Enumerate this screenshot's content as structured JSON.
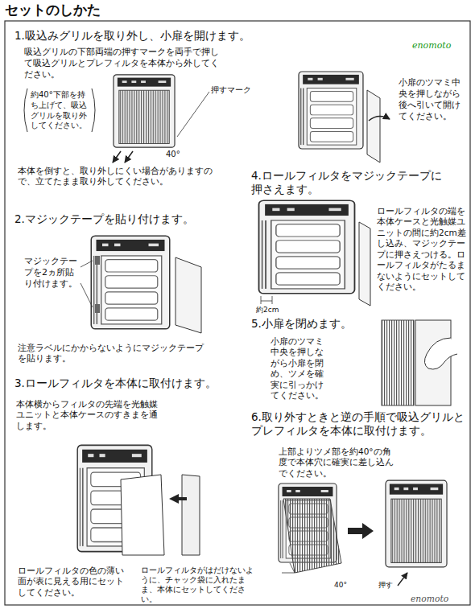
{
  "diagram": {
    "title": "セットのしかた",
    "labels": [
      "1.吸込みグリルを取り外し、小扉を開けます。",
      "吸込グリルの下部両端の押すマークを両手で押して吸込グリルとプレフィルタを本体から外してください。",
      "約40°下部を持ち上げて、吸込グリルを取り外してください。",
      "押すマーク",
      "40°",
      "本体を倒すと、取り外しにくい場合がありますので、立てたまま取り外してください。",
      "小扉のツマミ中央を押しながら後へ引いて開けてください。",
      "2.マジックテープを貼り付けます。",
      "マジックテープを2ヵ所貼り付けます。",
      "注意ラベルにかからないようにマジックテープを貼ります。",
      "3.ロールフィルタを本体に取付けます。",
      "本体横からフィルタの先端を光触媒ユニットと本体ケースのすきまを通します。",
      "ロールフィルタの色の薄い面が表に見える用にセットしてください。",
      "ロールフィルタがはだけないように、チャック袋に入れたまま、本体にセットしてください。",
      "4.ロールフィルタをマジックテープに押さえます。",
      "ロールフィルタの端を本体ケースと光触媒ユニットの間に約2cm差し込み、マジックテープに押さえつける。ロールフィルタがたるまないようにセットしてください。",
      "約2cm",
      "5.小扉を閉めます。",
      "小扉のツマミ中央を押しながら小扉を閉め、ツメを確実に引っかけてください。",
      "6.取り外すときと逆の手順で吸込グリルとプレフィルタを本体に取付けます。",
      "上部よりツメ部を約40°の角度で本体穴に確実に差し込んでください。",
      "40°",
      "押す",
      "enomoto",
      "enomoto"
    ]
  }
}
